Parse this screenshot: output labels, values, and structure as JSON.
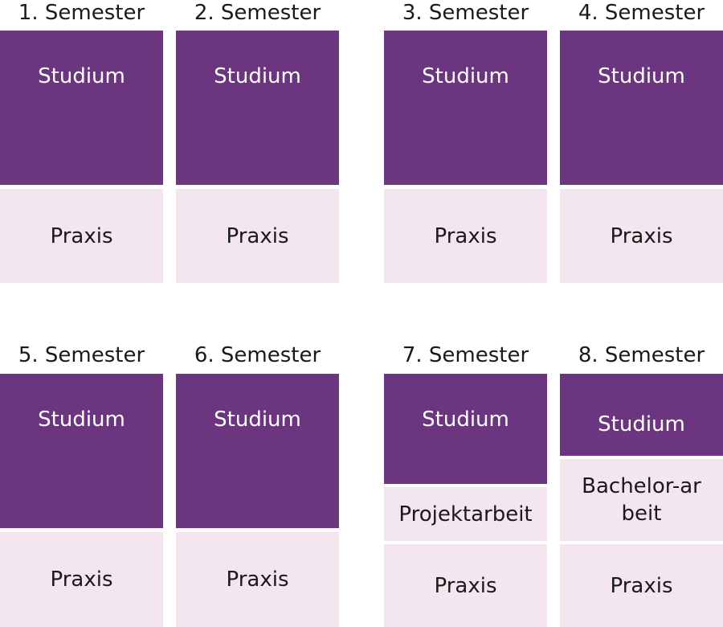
{
  "colors": {
    "studium": "#6b3580",
    "other": "#f4e6ef"
  },
  "semesters": [
    {
      "title": "1. Semester",
      "blocks": [
        "Studium",
        "Praxis"
      ]
    },
    {
      "title": "2. Semester",
      "blocks": [
        "Studium",
        "Praxis"
      ]
    },
    {
      "title": "3. Semester",
      "blocks": [
        "Studium",
        "Praxis"
      ]
    },
    {
      "title": "4. Semester",
      "blocks": [
        "Studium",
        "Praxis"
      ]
    },
    {
      "title": "5. Semester",
      "blocks": [
        "Studium",
        "Praxis"
      ]
    },
    {
      "title": "6. Semester",
      "blocks": [
        "Studium",
        "Praxis"
      ]
    },
    {
      "title": "7. Semester",
      "blocks": [
        "Studium",
        "Projektarbeit",
        "Praxis"
      ]
    },
    {
      "title": "8. Semester",
      "blocks": [
        "Studium",
        "Bachelor-arbeit",
        "Praxis"
      ]
    }
  ]
}
